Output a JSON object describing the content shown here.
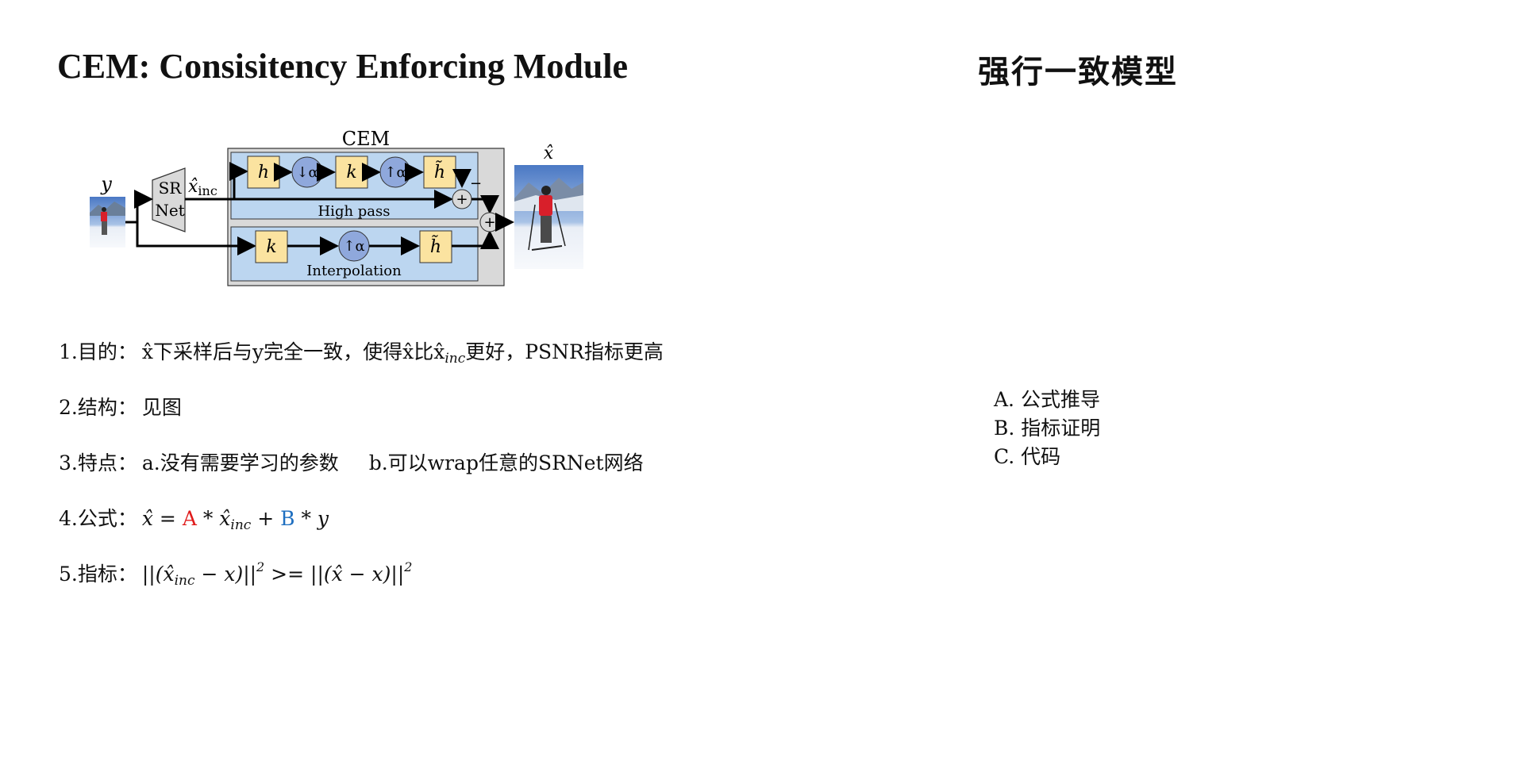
{
  "header": {
    "title": "CEM: Consisitency Enforcing Module",
    "title_cn": "强行一致模型"
  },
  "diagram": {
    "cem_label": "CEM",
    "input_label": "y",
    "srnet_line1": "SR",
    "srnet_line2": "Net",
    "x_inc_label": "x̂",
    "x_inc_sub": "inc",
    "output_label": "x̂",
    "h_label": "h",
    "down_label": "↓α",
    "k_label": "k",
    "up_label": "↑α",
    "htilde_label": "h̃",
    "minus_label": "−",
    "plus_label": "+",
    "high_pass_label": "High pass",
    "interpolation_label": "Interpolation",
    "colors": {
      "box_fill": "#fbe3a0",
      "circle_fill": "#8fa8dc",
      "panel_fill": "#bcd6f0",
      "outer_fill": "#d9d9d9"
    }
  },
  "items": [
    {
      "num": "1.",
      "label": "目的：",
      "text_a": "x̂下采样后与y完全一致，使得x̂比x̂",
      "sub": "inc",
      "text_b": "更好，PSNR指标更高"
    },
    {
      "num": "2.",
      "label": "结构：",
      "text": "见图"
    },
    {
      "num": "3.",
      "label": "特点：",
      "text_a": "a.没有需要学习的参数",
      "text_b": "b.可以wrap任意的SRNet网络"
    },
    {
      "num": "4.",
      "label": "公式：",
      "p1": "x̂ = ",
      "A": "A",
      "p2": " * x̂",
      "sub": "inc",
      "p3": " + ",
      "B": "B",
      "p4": " * y"
    },
    {
      "num": "5.",
      "label": "指标：",
      "p1": "||(x̂",
      "sub": "inc",
      "p2": " − x)||",
      "sup": "2",
      "p3": "  >=  ||(x̂  − x)||",
      "sup2": "2"
    }
  ],
  "side_list": [
    "A. 公式推导",
    "B. 指标证明",
    "C. 代码"
  ]
}
